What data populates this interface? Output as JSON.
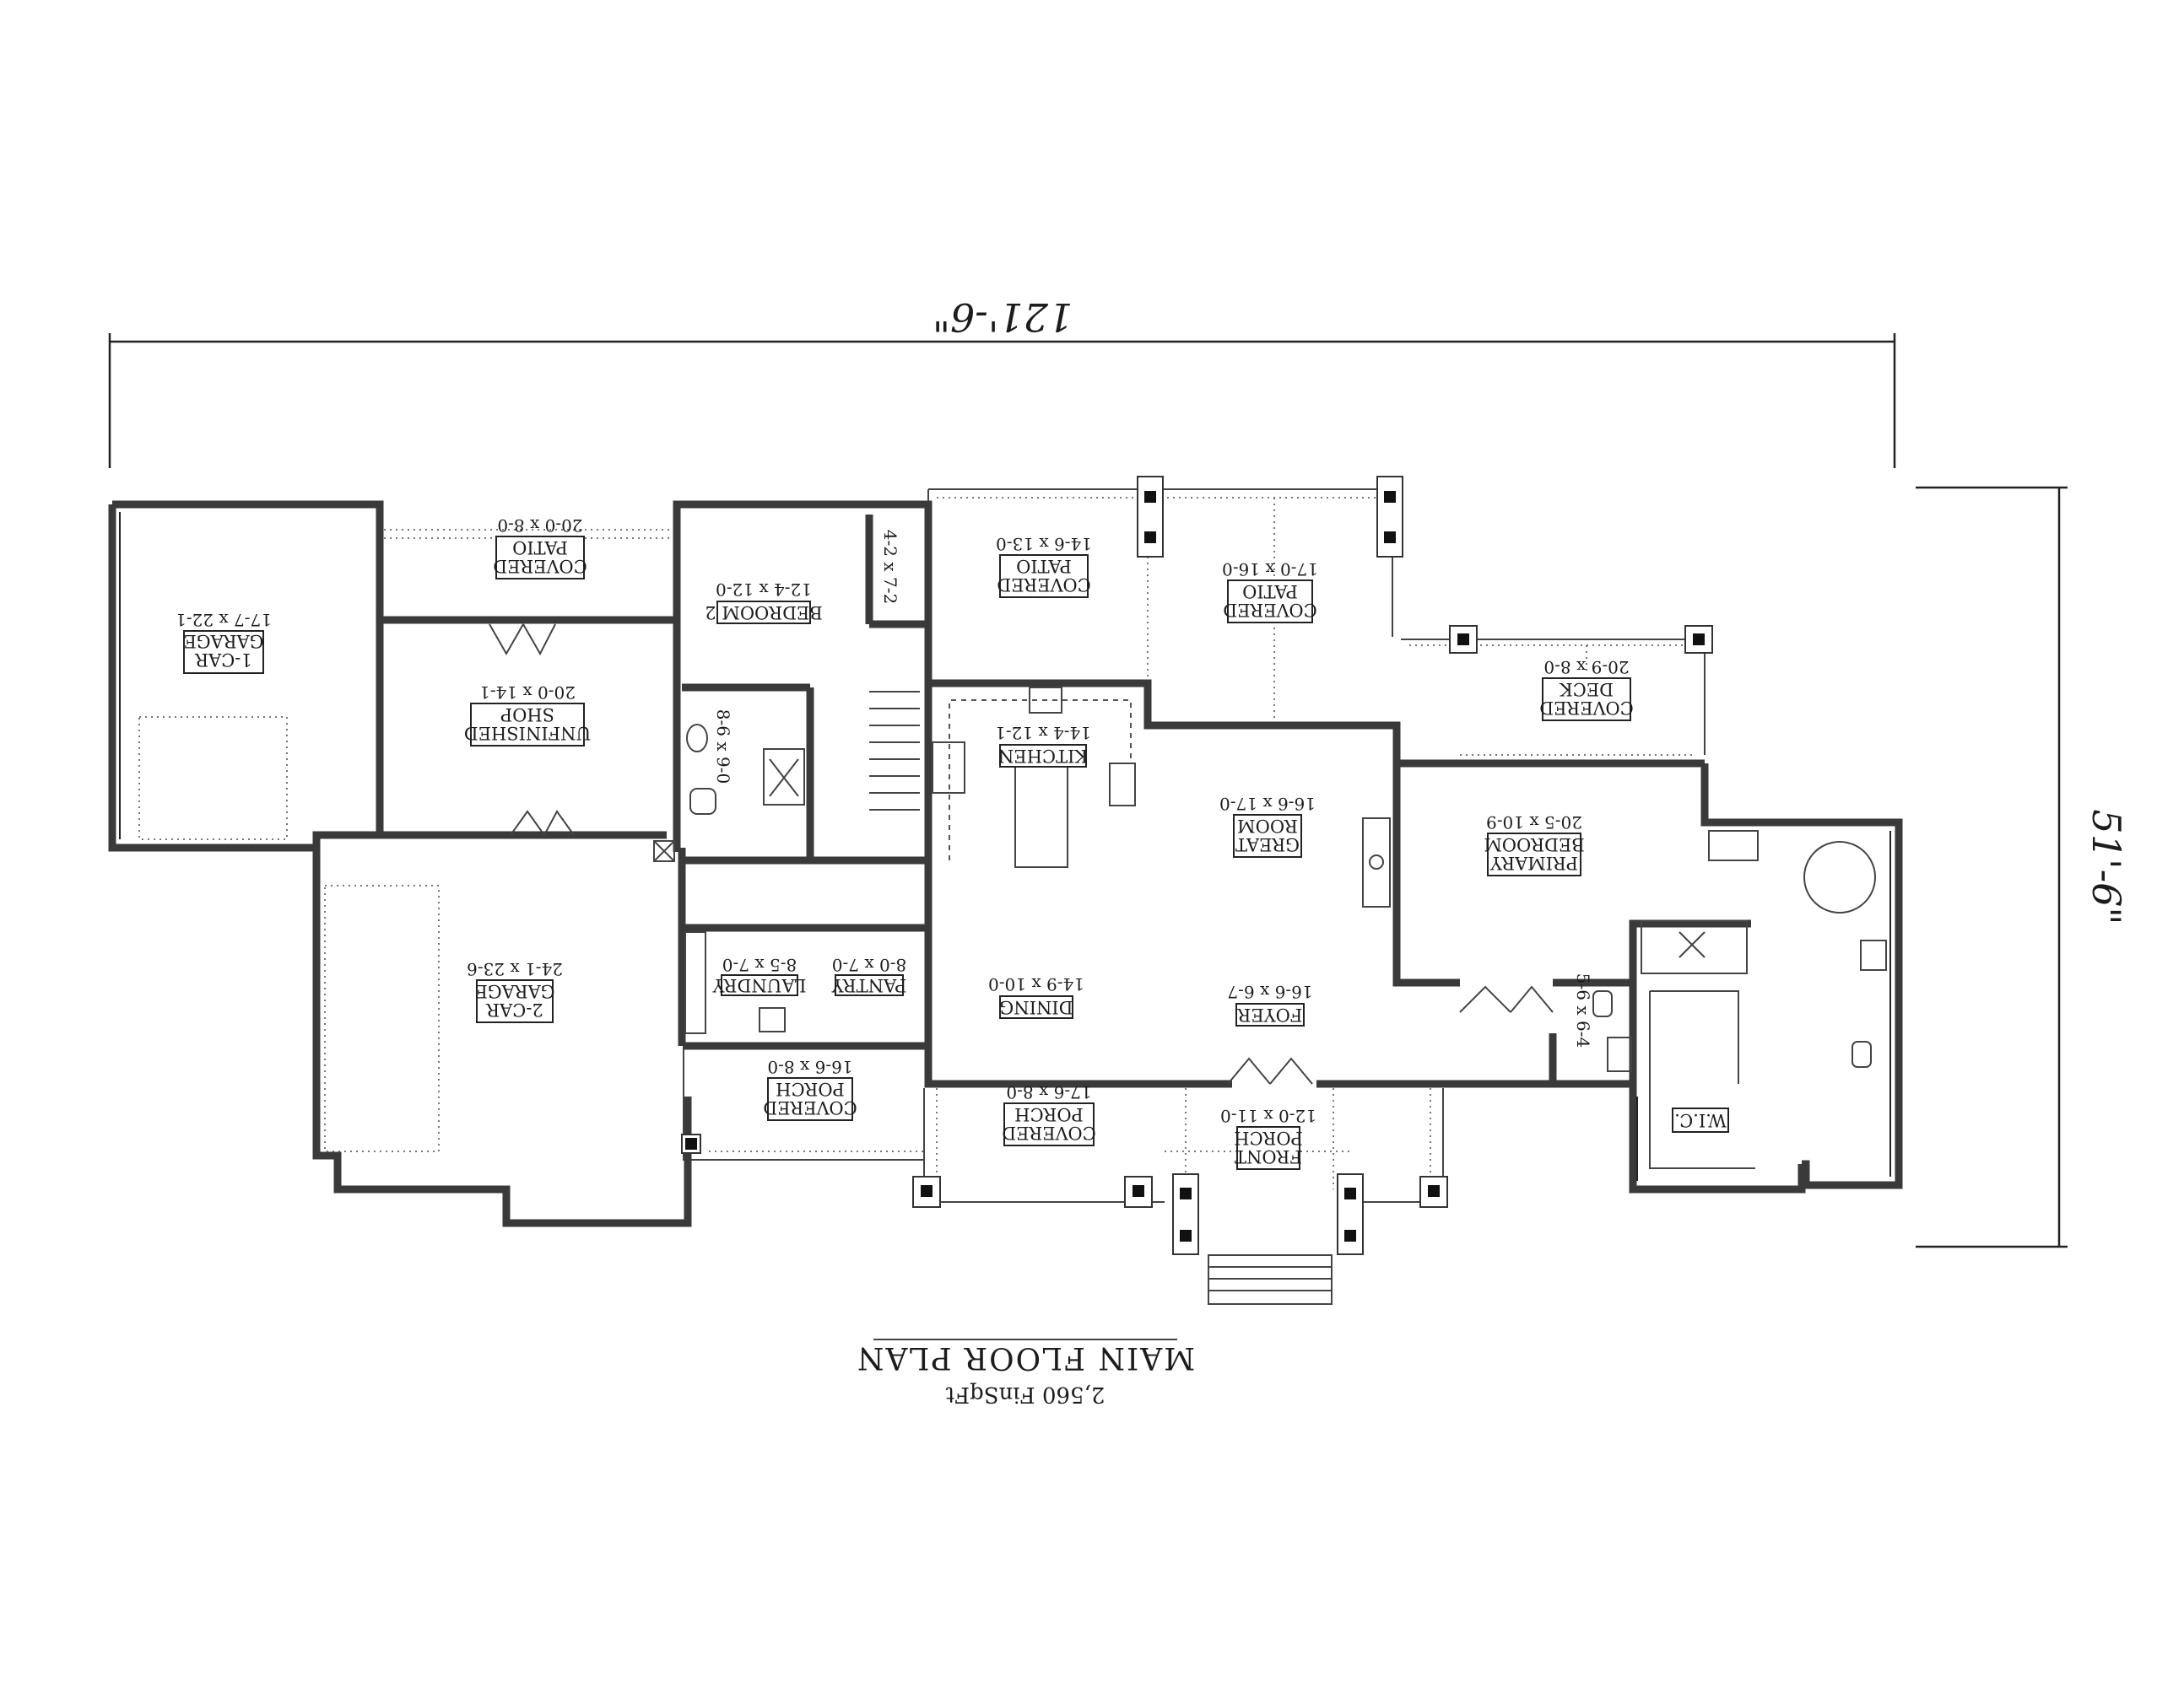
{
  "title": "MAIN FLOOR PLAN",
  "subtitle": "2,560 FinSqFt",
  "dimensions": {
    "width": "121'-6\"",
    "depth": "51'-6\""
  },
  "rooms": [
    {
      "id": "garage1",
      "name_lines": [
        "1-CAR",
        "GARAGE"
      ],
      "dims": "17-7 x 22-1"
    },
    {
      "id": "garage2",
      "name_lines": [
        "2-CAR",
        "GARAGE"
      ],
      "dims": "24-1 x 23-6"
    },
    {
      "id": "patio_left",
      "name_lines": [
        "COVERED",
        "PATIO"
      ],
      "dims": "20-0 x 8-0"
    },
    {
      "id": "shop",
      "name_lines": [
        "UNFINISHED",
        "SHOP"
      ],
      "dims": "20-0 x 14-1"
    },
    {
      "id": "bedroom2",
      "name_lines": [
        "BEDROOM 2"
      ],
      "dims": "12-4 x 12-0"
    },
    {
      "id": "bath_small_top",
      "name_lines": [],
      "dims": "4-2 x 7-2"
    },
    {
      "id": "bath2",
      "name_lines": [],
      "dims": "8-6 x 9-0"
    },
    {
      "id": "laundry",
      "name_lines": [
        "LAUNDRY"
      ],
      "dims": "8-5 x 7-0"
    },
    {
      "id": "pantry",
      "name_lines": [
        "PANTRY"
      ],
      "dims": "8-0 x 7-0"
    },
    {
      "id": "porch_left",
      "name_lines": [
        "COVERED",
        "PORCH"
      ],
      "dims": "16-6 x 8-0"
    },
    {
      "id": "patio_mid",
      "name_lines": [
        "COVERED",
        "PATIO"
      ],
      "dims": "14-6 x 13-0"
    },
    {
      "id": "patio_right",
      "name_lines": [
        "COVERED",
        "PATIO"
      ],
      "dims": "17-0 x 16-0"
    },
    {
      "id": "kitchen",
      "name_lines": [
        "KITCHEN"
      ],
      "dims": "14-4 x 12-1"
    },
    {
      "id": "dining",
      "name_lines": [
        "DINING"
      ],
      "dims": "14-9 x 10-0"
    },
    {
      "id": "great_room",
      "name_lines": [
        "GREAT",
        "ROOM"
      ],
      "dims": "16-6 x 17-0"
    },
    {
      "id": "foyer",
      "name_lines": [
        "FOYER"
      ],
      "dims": "16-6 x 6-7"
    },
    {
      "id": "porch_mid",
      "name_lines": [
        "COVERED",
        "PORCH"
      ],
      "dims": "17-6 x 8-0"
    },
    {
      "id": "front_porch",
      "name_lines": [
        "FRONT",
        "PORCH"
      ],
      "dims": "12-0 x 11-0"
    },
    {
      "id": "deck",
      "name_lines": [
        "COVERED",
        "DECK"
      ],
      "dims": "20-9 x 8-0"
    },
    {
      "id": "primary_bedroom",
      "name_lines": [
        "PRIMARY",
        "BEDROOM"
      ],
      "dims": "20-5 x 10-9"
    },
    {
      "id": "powder",
      "name_lines": [],
      "dims": "5-6 x 6-4"
    },
    {
      "id": "wic",
      "name_lines": [
        "W.I.C."
      ],
      "dims": ""
    }
  ]
}
